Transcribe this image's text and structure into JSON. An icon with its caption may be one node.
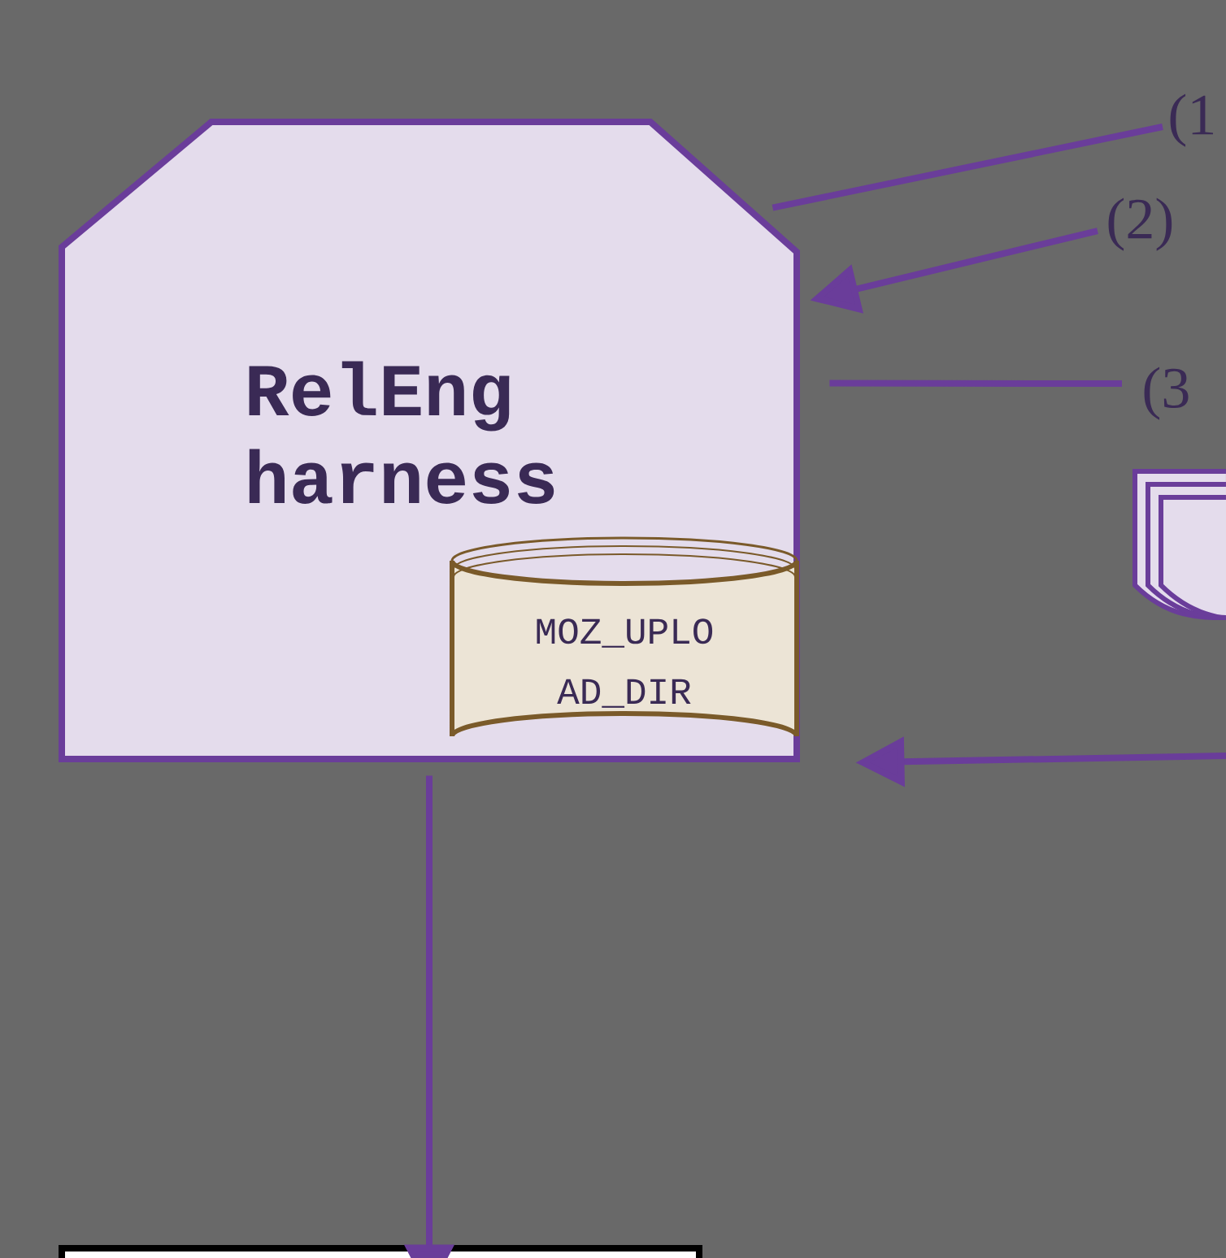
{
  "diagram": {
    "nodes": [
      {
        "text": [
          "RelEng harness"
        ]
      },
      {
        "text": [
          "MOZ_UPLO AD_DIR"
        ],
        "in": 0
      },
      {
        "text": [],
        "shape": "document"
      },
      {
        "text": [],
        "shape": "box"
      }
    ],
    "edges": [
      {
        "from": 0,
        "to": null,
        "arrow": "none",
        "label": "(1"
      },
      {
        "from": null,
        "to": 0,
        "arrow": "to",
        "label": "(2)"
      },
      {
        "from": 0,
        "to": null,
        "arrow": "none",
        "label": "(3"
      },
      {
        "from": null,
        "to": 0,
        "arrow": "to"
      },
      {
        "from": 0,
        "to": 3,
        "arrow": "to"
      }
    ]
  }
}
